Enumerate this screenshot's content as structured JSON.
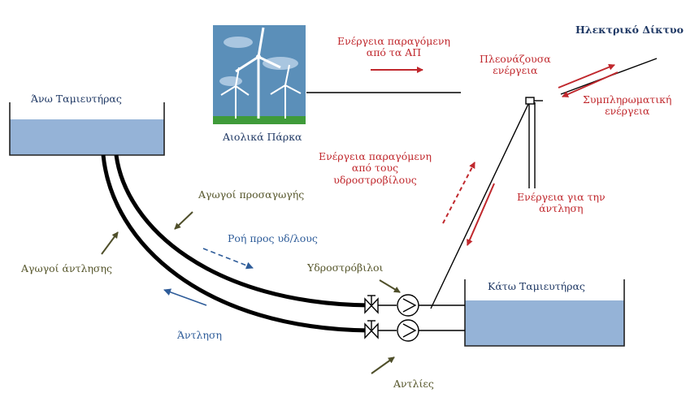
{
  "labels": {
    "upper_reservoir": "Άνω Ταμιευτήρας",
    "lower_reservoir": "Κάτω Ταμιευτήρας",
    "wind_parks": "Αιολικά Πάρκα",
    "grid": "Ηλεκτρικό Δίκτυο",
    "energy_from_wind": [
      "Ενέργεια παραγόμενη",
      "από τα ΑΠ"
    ],
    "surplus_energy": [
      "Πλεονάζουσα",
      "ενέργεια"
    ],
    "complementary_energy": [
      "Συμπληρωματική",
      "ενέργεια"
    ],
    "energy_from_turbines": [
      "Ενέργεια παραγόμενη",
      "από τους",
      "υδροστροβίλους"
    ],
    "energy_for_pumping": [
      "Ενέργεια για την",
      "άντληση"
    ],
    "supply_pipes": "Αγωγοί προσαγωγής",
    "pumping_pipes": "Αγωγοί άντλησης",
    "flow_to_turbines": "Ροή προς υδ/λους",
    "pumping": "Άντληση",
    "turbines": "Υδροστρόβιλοι",
    "pumps": "Αντλίες"
  },
  "colors": {
    "water": "#95b3d7",
    "energy_arrow": "#c0282d",
    "label_arrow": "#4f4f2a",
    "flow_arrow": "#2e5c99",
    "pipe": "#000000",
    "sky": "#5b8fb9",
    "grass": "#3f9b3a"
  }
}
